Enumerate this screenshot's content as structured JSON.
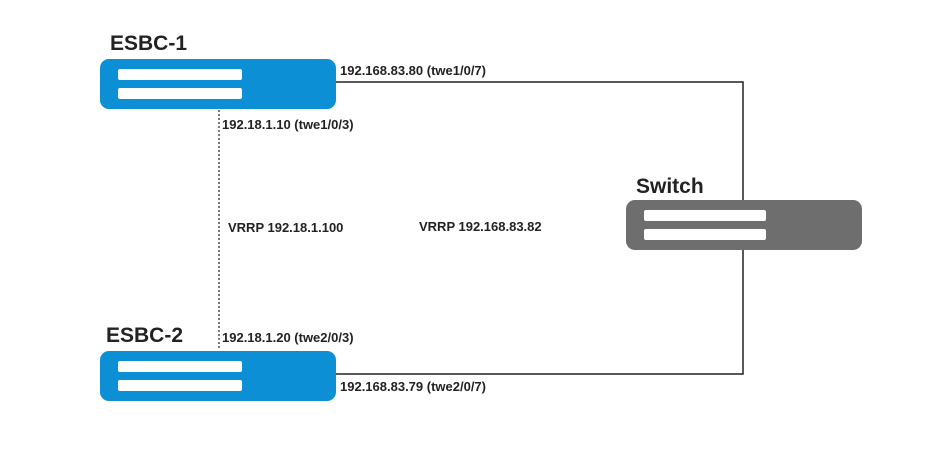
{
  "devices": {
    "esbc1": {
      "name": "ESBC-1"
    },
    "esbc2": {
      "name": "ESBC-2"
    },
    "switch": {
      "name": "Switch"
    }
  },
  "labels": {
    "esbc1_uplink": "192.168.83.80 (twe1/0/7)",
    "esbc1_sync": "192.18.1.10 (twe1/0/3)",
    "esbc2_sync": "192.18.1.20 (twe2/0/3)",
    "esbc2_uplink": "192.168.83.79 (twe2/0/7)",
    "vrrp_sync": "VRRP 192.18.1.100",
    "vrrp_uplink": "VRRP 192.168.83.82"
  },
  "colors": {
    "esbc": "#0d8fd6",
    "switch": "#6e6e6e",
    "line": "#222222"
  }
}
